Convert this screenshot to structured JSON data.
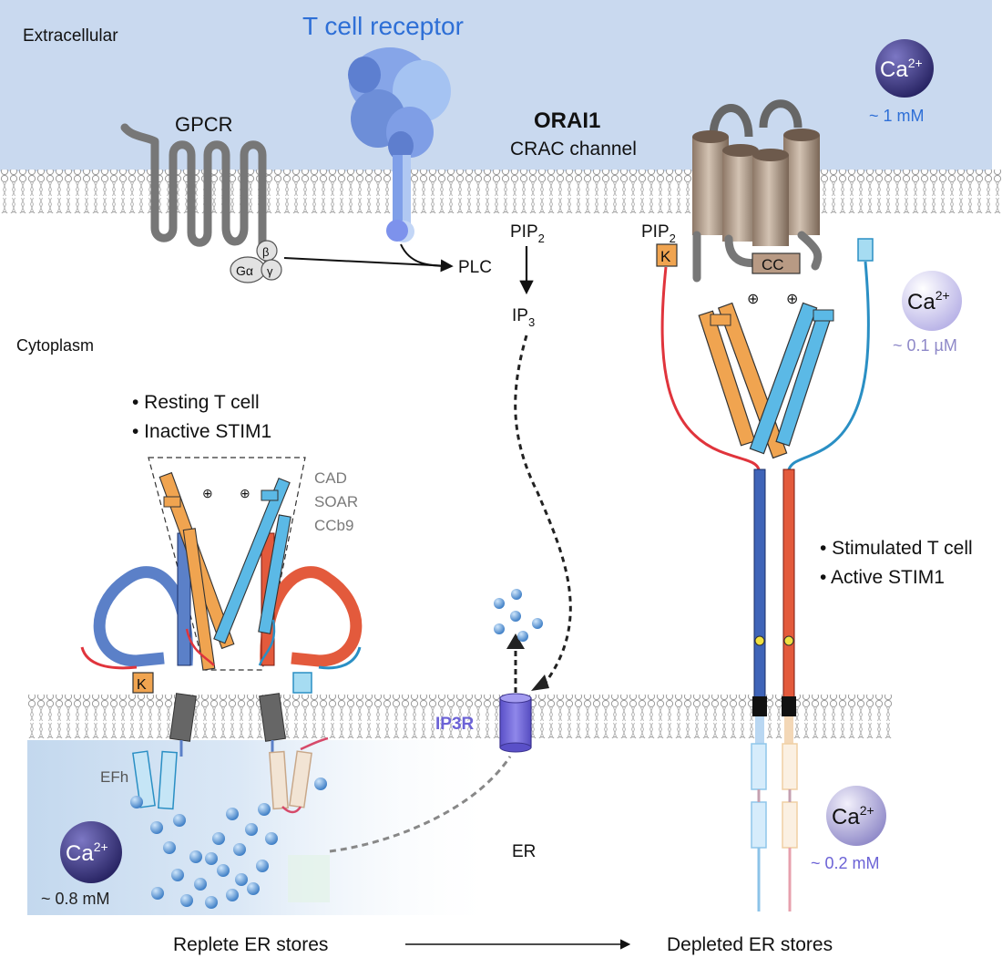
{
  "regions": {
    "extracellular": "Extracellular",
    "cytoplasm": "Cytoplasm",
    "er": "ER"
  },
  "receptors": {
    "tcr": "T cell receptor",
    "gpcr": "GPCR",
    "g_alpha": "Gα",
    "g_beta": "β",
    "g_gamma": "γ"
  },
  "orai": {
    "name": "ORAI1",
    "subtitle": "CRAC channel"
  },
  "signaling": {
    "plc": "PLC",
    "pip2_left": "PIP",
    "pip2_left_sub": "2",
    "ip3": "IP",
    "ip3_sub": "3",
    "pip2_right": "PIP",
    "pip2_right_sub": "2",
    "k": "K",
    "cc": "CC",
    "ip3r": "IP3R",
    "plus": "⊕"
  },
  "calcium": {
    "symbol": "Ca",
    "charge": "2+",
    "extracellular_conc": "~ 1 mM",
    "cytoplasm_conc": "~ 0.1 µM",
    "er_depleted_conc": "~ 0.2 mM",
    "er_replete_conc": "~ 0.8 mM"
  },
  "resting": {
    "line1": "• Resting T cell",
    "line2": "• Inactive STIM1",
    "cad": "CAD",
    "soar": "SOAR",
    "ccb9": "CCb9",
    "efh": "EFh",
    "k": "K"
  },
  "stimulated": {
    "line1": "• Stimulated T cell",
    "line2": "• Active STIM1"
  },
  "bottom": {
    "replete": "Replete ER stores",
    "depleted": "Depleted ER stores"
  },
  "colors": {
    "extracellular_bg": "#c9d9ef",
    "membrane": "#b5b5b5",
    "tcr": "#6f8fdc",
    "orai": "#a58f7c",
    "stim_orange": "#f0a450",
    "stim_blue": "#5bb9e6",
    "stim_red": "#e0343c",
    "stim_dark_blue": "#3f64b8",
    "ip3r": "#7268d8",
    "calcium_ball": "#4f8fd0",
    "ca_dark": "#2e2a6e"
  }
}
